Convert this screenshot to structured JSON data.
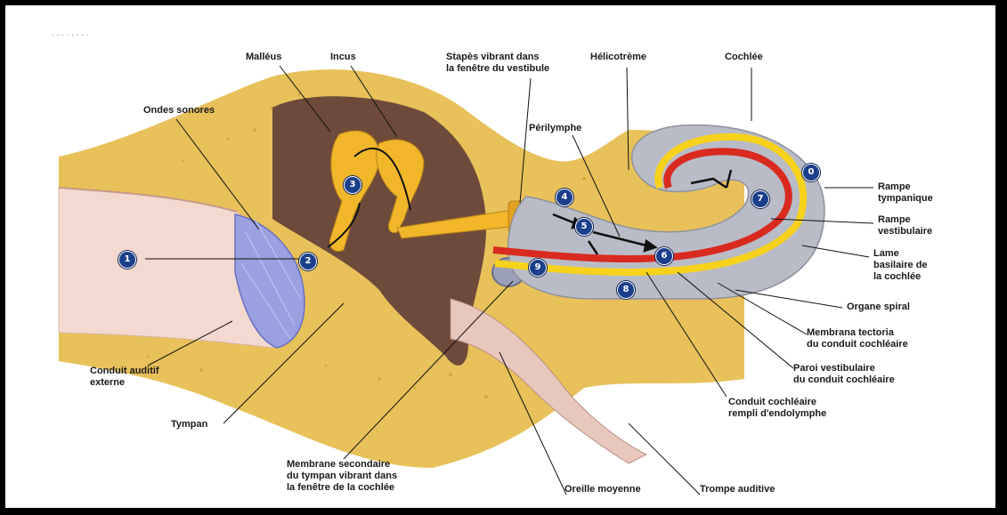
{
  "labels": {
    "malleus": "Malléus",
    "incus": "Incus",
    "stapes": "Stapès vibrant dans\nla fenêtre du vestibule",
    "helicotreme": "Hélicotrème",
    "cochlee": "Cochlée",
    "ondes": "Ondes sonores",
    "perilymphe": "Périlymphe",
    "rampe_tympanique": "Rampe\ntympanique",
    "rampe_vestibulaire": "Rampe\nvestibulaire",
    "lame_basilaire": "Lame\nbasilaire de\nla cochlée",
    "organe_spiral": "Organe spiral",
    "membrana_tectoria": "Membrana tectoria\ndu conduit cochléaire",
    "paroi_vestibulaire": "Paroi vestibulaire\ndu conduit cochléaire",
    "conduit_cochleaire": "Conduit cochléaire\nrempli d'endolymphe",
    "conduit_auditif": "Conduit auditif\nexterne",
    "tympan": "Tympan",
    "membrane_secondaire": "Membrane secondaire\ndu tympan vibrant dans\nla fenêtre de la cochlée",
    "oreille_moyenne": "Oreille moyenne",
    "trompe_auditive": "Trompe auditive"
  },
  "steps": [
    "1",
    "2",
    "3",
    "4",
    "5",
    "6",
    "7",
    "8",
    "9",
    "0"
  ],
  "colors": {
    "bone": "#e8c15a",
    "ossicle": "#f2b62a",
    "tympan": "#9aa0e0",
    "canal": "#f3d9cf",
    "cavity": "#6e4a3a",
    "cochlea_outer": "#b9bcc6",
    "red": "#d92a1f",
    "yellow": "#f7d21c",
    "step_bullet": "#1c3f8c"
  }
}
